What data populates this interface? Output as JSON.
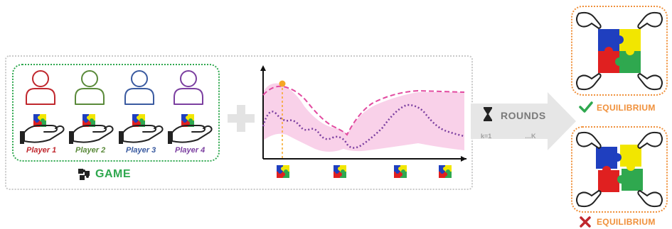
{
  "players": [
    {
      "label": "Player 1",
      "color": "#c0272d"
    },
    {
      "label": "Player 2",
      "color": "#5a8a3a"
    },
    {
      "label": "Player 3",
      "color": "#3a5aa0"
    },
    {
      "label": "Player 4",
      "color": "#7b3fa0"
    }
  ],
  "game": {
    "label": "GAME",
    "color": "#2fa84f"
  },
  "rounds": {
    "label": "ROUNDS",
    "start": "k=1",
    "end": "…K"
  },
  "outcomes": {
    "success_label": "EQUILIBRIUM",
    "failure_label": "EQUILIBRIUM",
    "success_color": "#2fa84f",
    "failure_color": "#c0272d",
    "accent": "#f0903a"
  },
  "puzzle_colors": [
    "#1f3fbf",
    "#f2e600",
    "#e02020",
    "#2fa84f"
  ]
}
